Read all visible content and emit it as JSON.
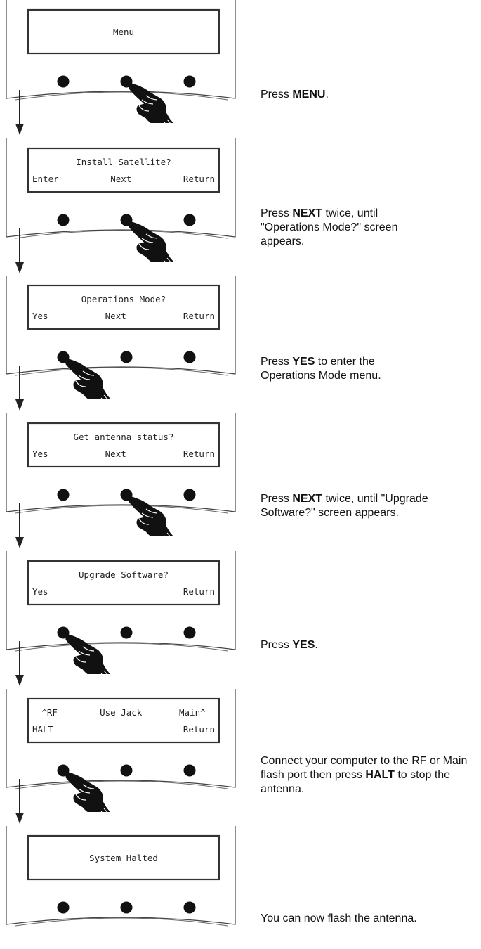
{
  "steps": [
    {
      "display_line1": "Menu",
      "display_left": "",
      "display_mid": "",
      "display_right": "",
      "press": "center",
      "instruction_pre": "Press ",
      "instruction_bold": "MENU",
      "instruction_post": "."
    },
    {
      "display_line1": "Install Satellite?",
      "display_left": "Enter",
      "display_mid": "Next",
      "display_right": "Return",
      "press": "center",
      "instruction_pre": "Press ",
      "instruction_bold": "NEXT",
      "instruction_post": " twice, until \"Operations Mode?\" screen appears."
    },
    {
      "display_line1": "Operations Mode?",
      "display_left": "Yes",
      "display_mid": "Next",
      "display_right": "Return",
      "press": "left",
      "instruction_pre": "Press ",
      "instruction_bold": "YES",
      "instruction_post": " to enter the Operations Mode menu."
    },
    {
      "display_line1": "Get antenna status?",
      "display_left": "Yes",
      "display_mid": "Next",
      "display_right": "Return",
      "press": "center",
      "instruction_pre": "Press ",
      "instruction_bold": "NEXT",
      "instruction_post": " twice, until \"Upgrade Software?\" screen appears."
    },
    {
      "display_line1": "Upgrade Software?",
      "display_left": "Yes",
      "display_mid": "",
      "display_right": "Return",
      "press": "left",
      "instruction_pre": "Press ",
      "instruction_bold": "YES",
      "instruction_post": "."
    },
    {
      "display_line1": "^RF        Use Jack       Main^",
      "display_left": "HALT",
      "display_mid": "",
      "display_right": "Return",
      "press": "left",
      "instruction_pre": "Connect your computer to the RF or Main flash port then press ",
      "instruction_bold": "HALT",
      "instruction_post": " to stop the antenna."
    },
    {
      "display_line1": "System Halted",
      "display_left": "",
      "display_mid": "",
      "display_right": "",
      "press": "none",
      "instruction_pre": "You can now flash the antenna.",
      "instruction_bold": "",
      "instruction_post": ""
    }
  ]
}
